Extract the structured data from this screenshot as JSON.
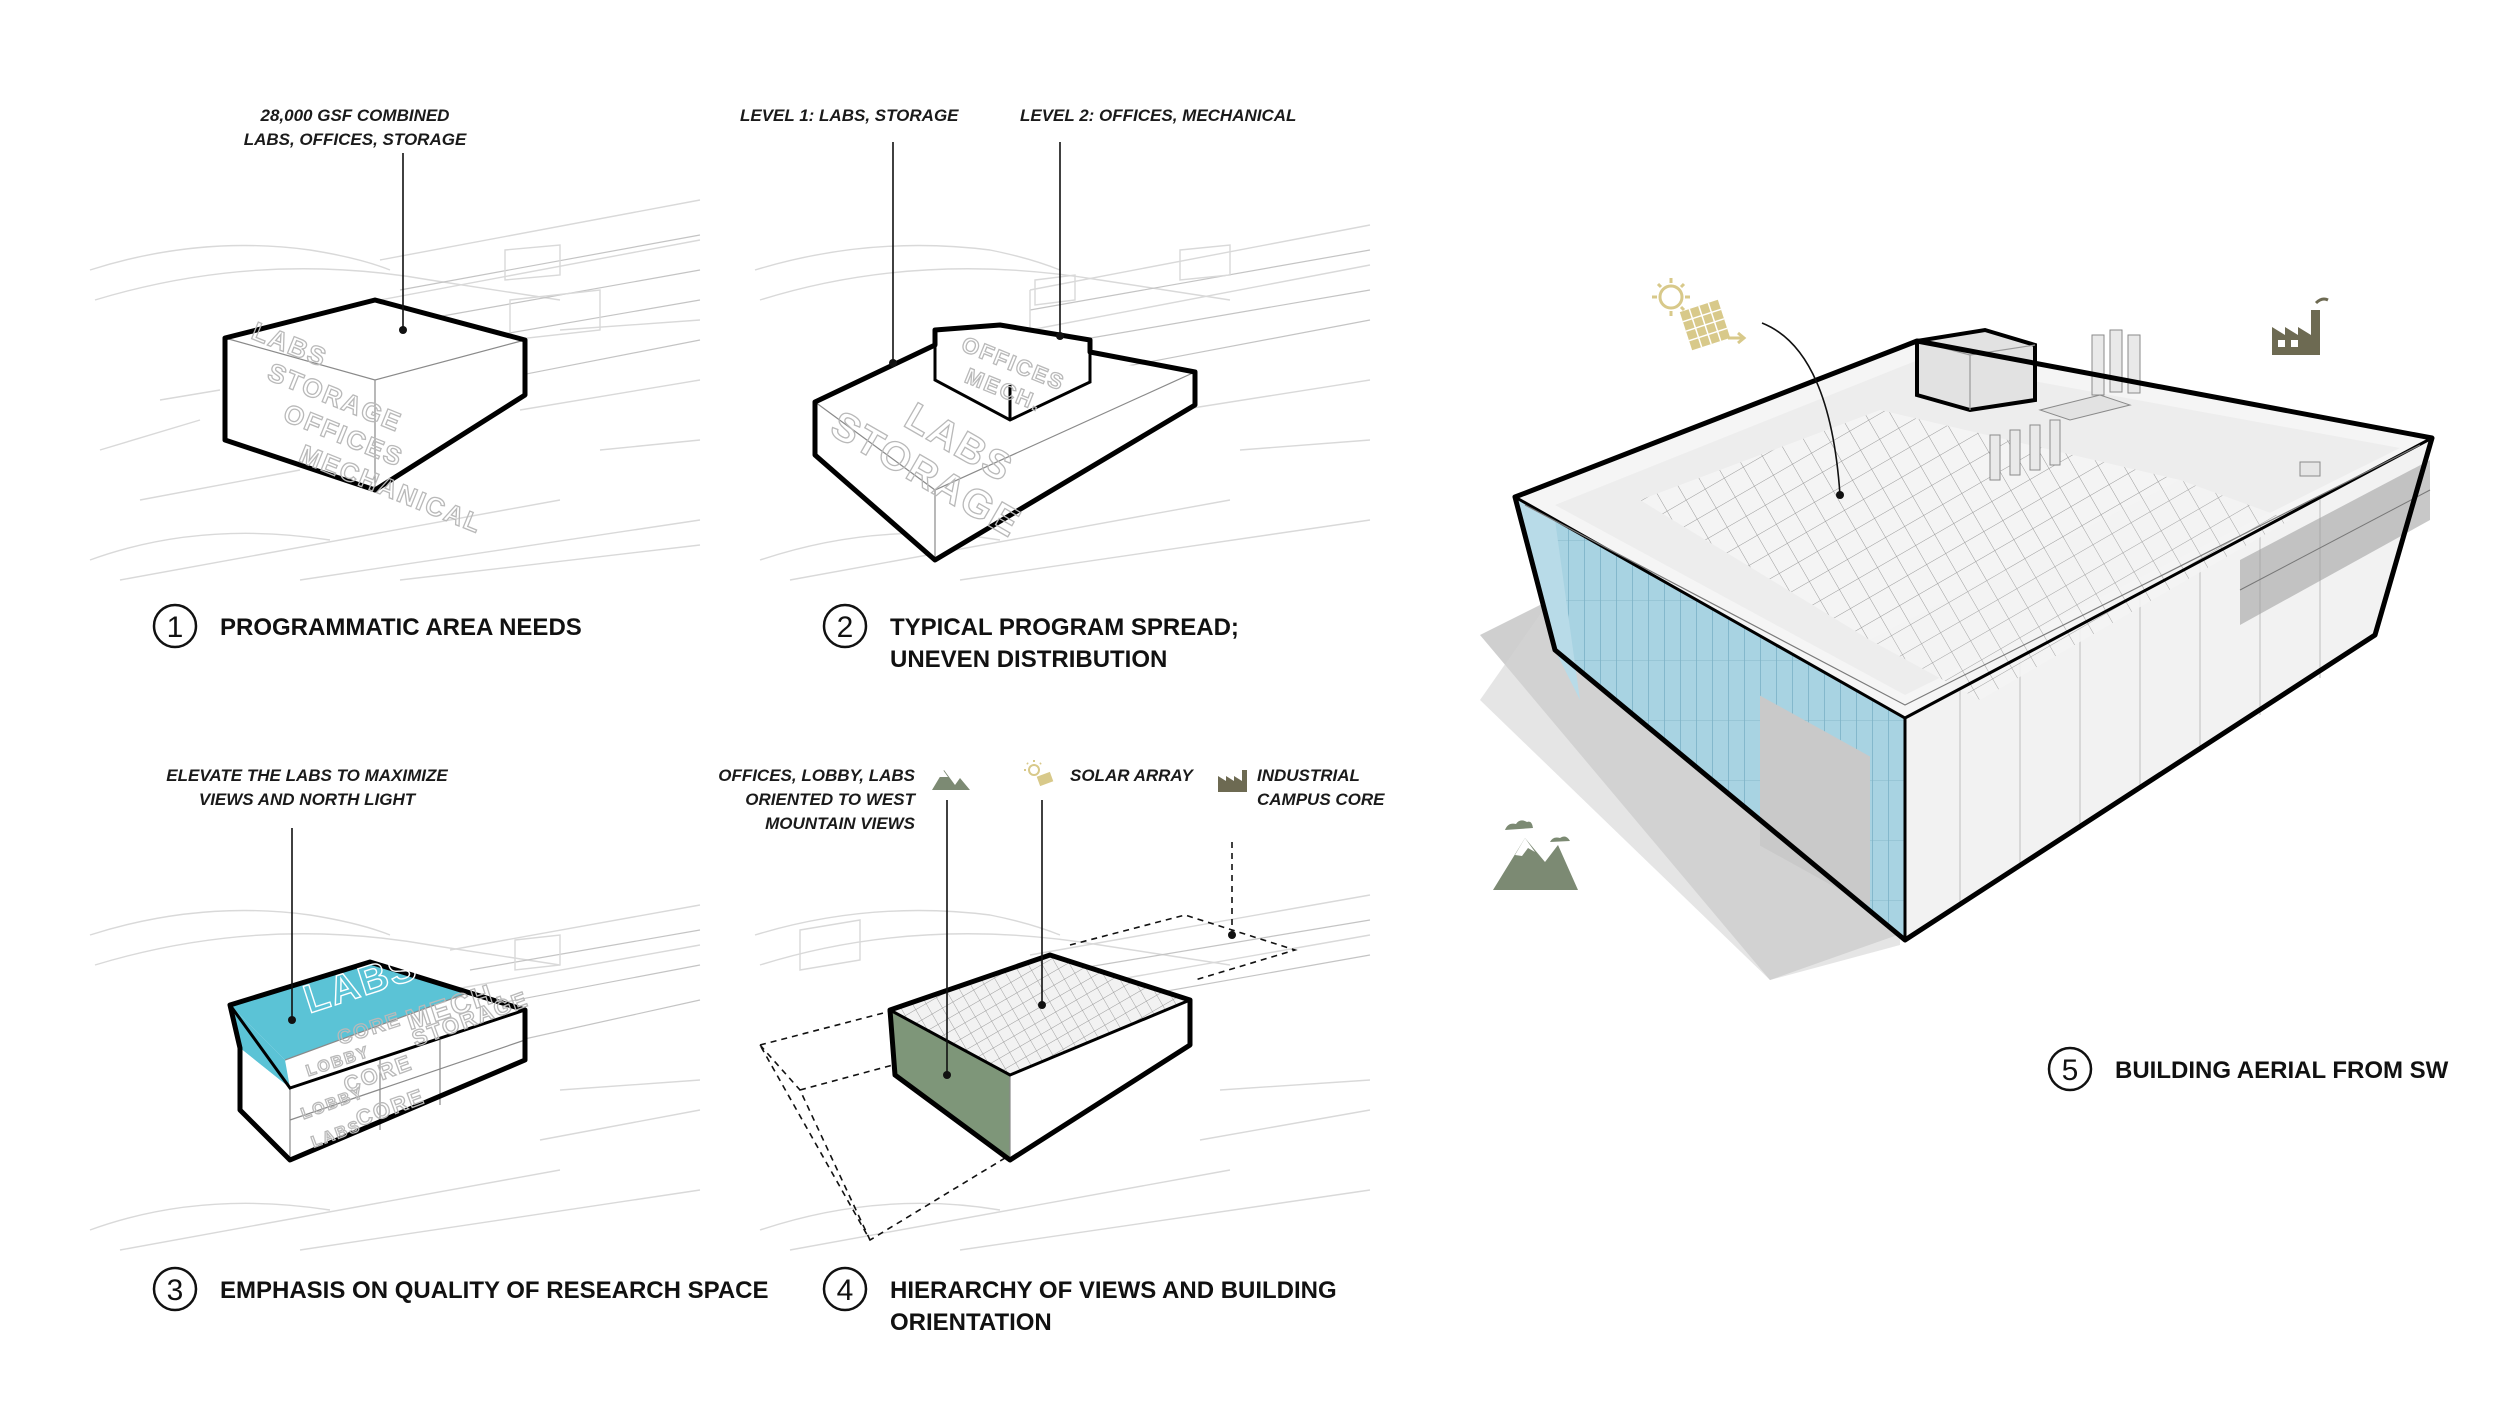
{
  "colors": {
    "lab_blue": "#5bc3d6",
    "mountain_green": "#7c8a73",
    "icon_tan": "#d8c98a",
    "factory_olive": "#6d6a52",
    "glass": "#9ccbdc",
    "shadow": "#cfcfcf"
  },
  "panels": [
    {
      "number": "1",
      "caption": "PROGRAMMATIC AREA NEEDS",
      "annotations": [
        "28,000 GSF COMBINED",
        "LABS, OFFICES, STORAGE"
      ],
      "block_text": [
        "LABS",
        "STORAGE",
        "OFFICES",
        "MECHANICAL"
      ]
    },
    {
      "number": "2",
      "caption_lines": [
        "TYPICAL PROGRAM SPREAD;",
        "UNEVEN DISTRIBUTION"
      ],
      "annotations": [
        "LEVEL 1:  LABS, STORAGE",
        "LEVEL 2:  OFFICES, MECHANICAL"
      ],
      "block_text": [
        "LABS",
        "STORAGE",
        "OFFICES",
        "MECH."
      ]
    },
    {
      "number": "3",
      "caption": "EMPHASIS ON QUALITY OF RESEARCH SPACE",
      "annotations": [
        "ELEVATE THE LABS TO MAXIMIZE",
        "VIEWS AND NORTH LIGHT"
      ],
      "block_text": [
        "LABS",
        "MECH.",
        "CORE",
        "LOBBY",
        "CORE",
        "STORAGE",
        "LOBBY",
        "CORE",
        "LABS"
      ]
    },
    {
      "number": "4",
      "caption_lines": [
        "HIERARCHY OF VIEWS AND BUILDING",
        "ORIENTATION"
      ],
      "annotations": [
        "OFFICES, LOBBY, LABS",
        "ORIENTED TO WEST",
        "MOUNTAIN VIEWS",
        "SOLAR ARRAY",
        "INDUSTRIAL",
        "CAMPUS CORE"
      ]
    },
    {
      "number": "5",
      "caption": "BUILDING AERIAL FROM SW",
      "icons": [
        "sun-solar-panel-icon",
        "factory-icon",
        "mountain-icon"
      ]
    }
  ]
}
